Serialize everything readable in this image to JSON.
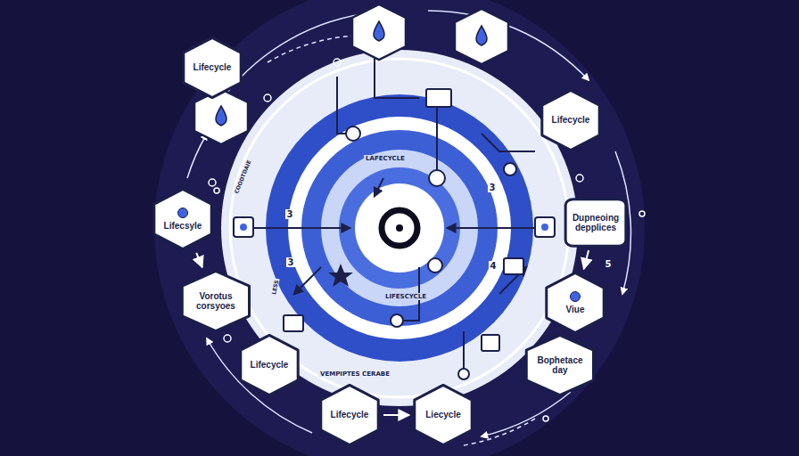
{
  "diagram": {
    "nodes": [
      {
        "text": [
          "Lifecycle"
        ]
      },
      {
        "text": [
          "Lifecycle"
        ]
      },
      {
        "text": [
          "Lifecsyle"
        ]
      },
      {
        "text": [
          "Dupneoing depplices"
        ]
      },
      {
        "text": [
          "Vorotus corsyoes"
        ]
      },
      {
        "text": [
          "Viue"
        ]
      },
      {
        "text": [
          "Lifecycle"
        ]
      },
      {
        "text": [
          "Bophetace day"
        ]
      },
      {
        "text": [
          "Lifecycle"
        ]
      },
      {
        "text": [
          "Liecycle"
        ]
      }
    ],
    "edges": [
      {
        "from": 2,
        "to": 4,
        "arrow": "to"
      },
      {
        "from": 3,
        "to": 5,
        "arrow": "to"
      },
      {
        "from": 8,
        "to": 9,
        "arrow": "to"
      }
    ],
    "labels": [
      "LAFECYCLE",
      "COODTDAIE",
      "3",
      "3",
      "3",
      "4",
      "5",
      "LESS",
      "LIFESCYCLE",
      "VEMPIPTES CERABE"
    ]
  }
}
